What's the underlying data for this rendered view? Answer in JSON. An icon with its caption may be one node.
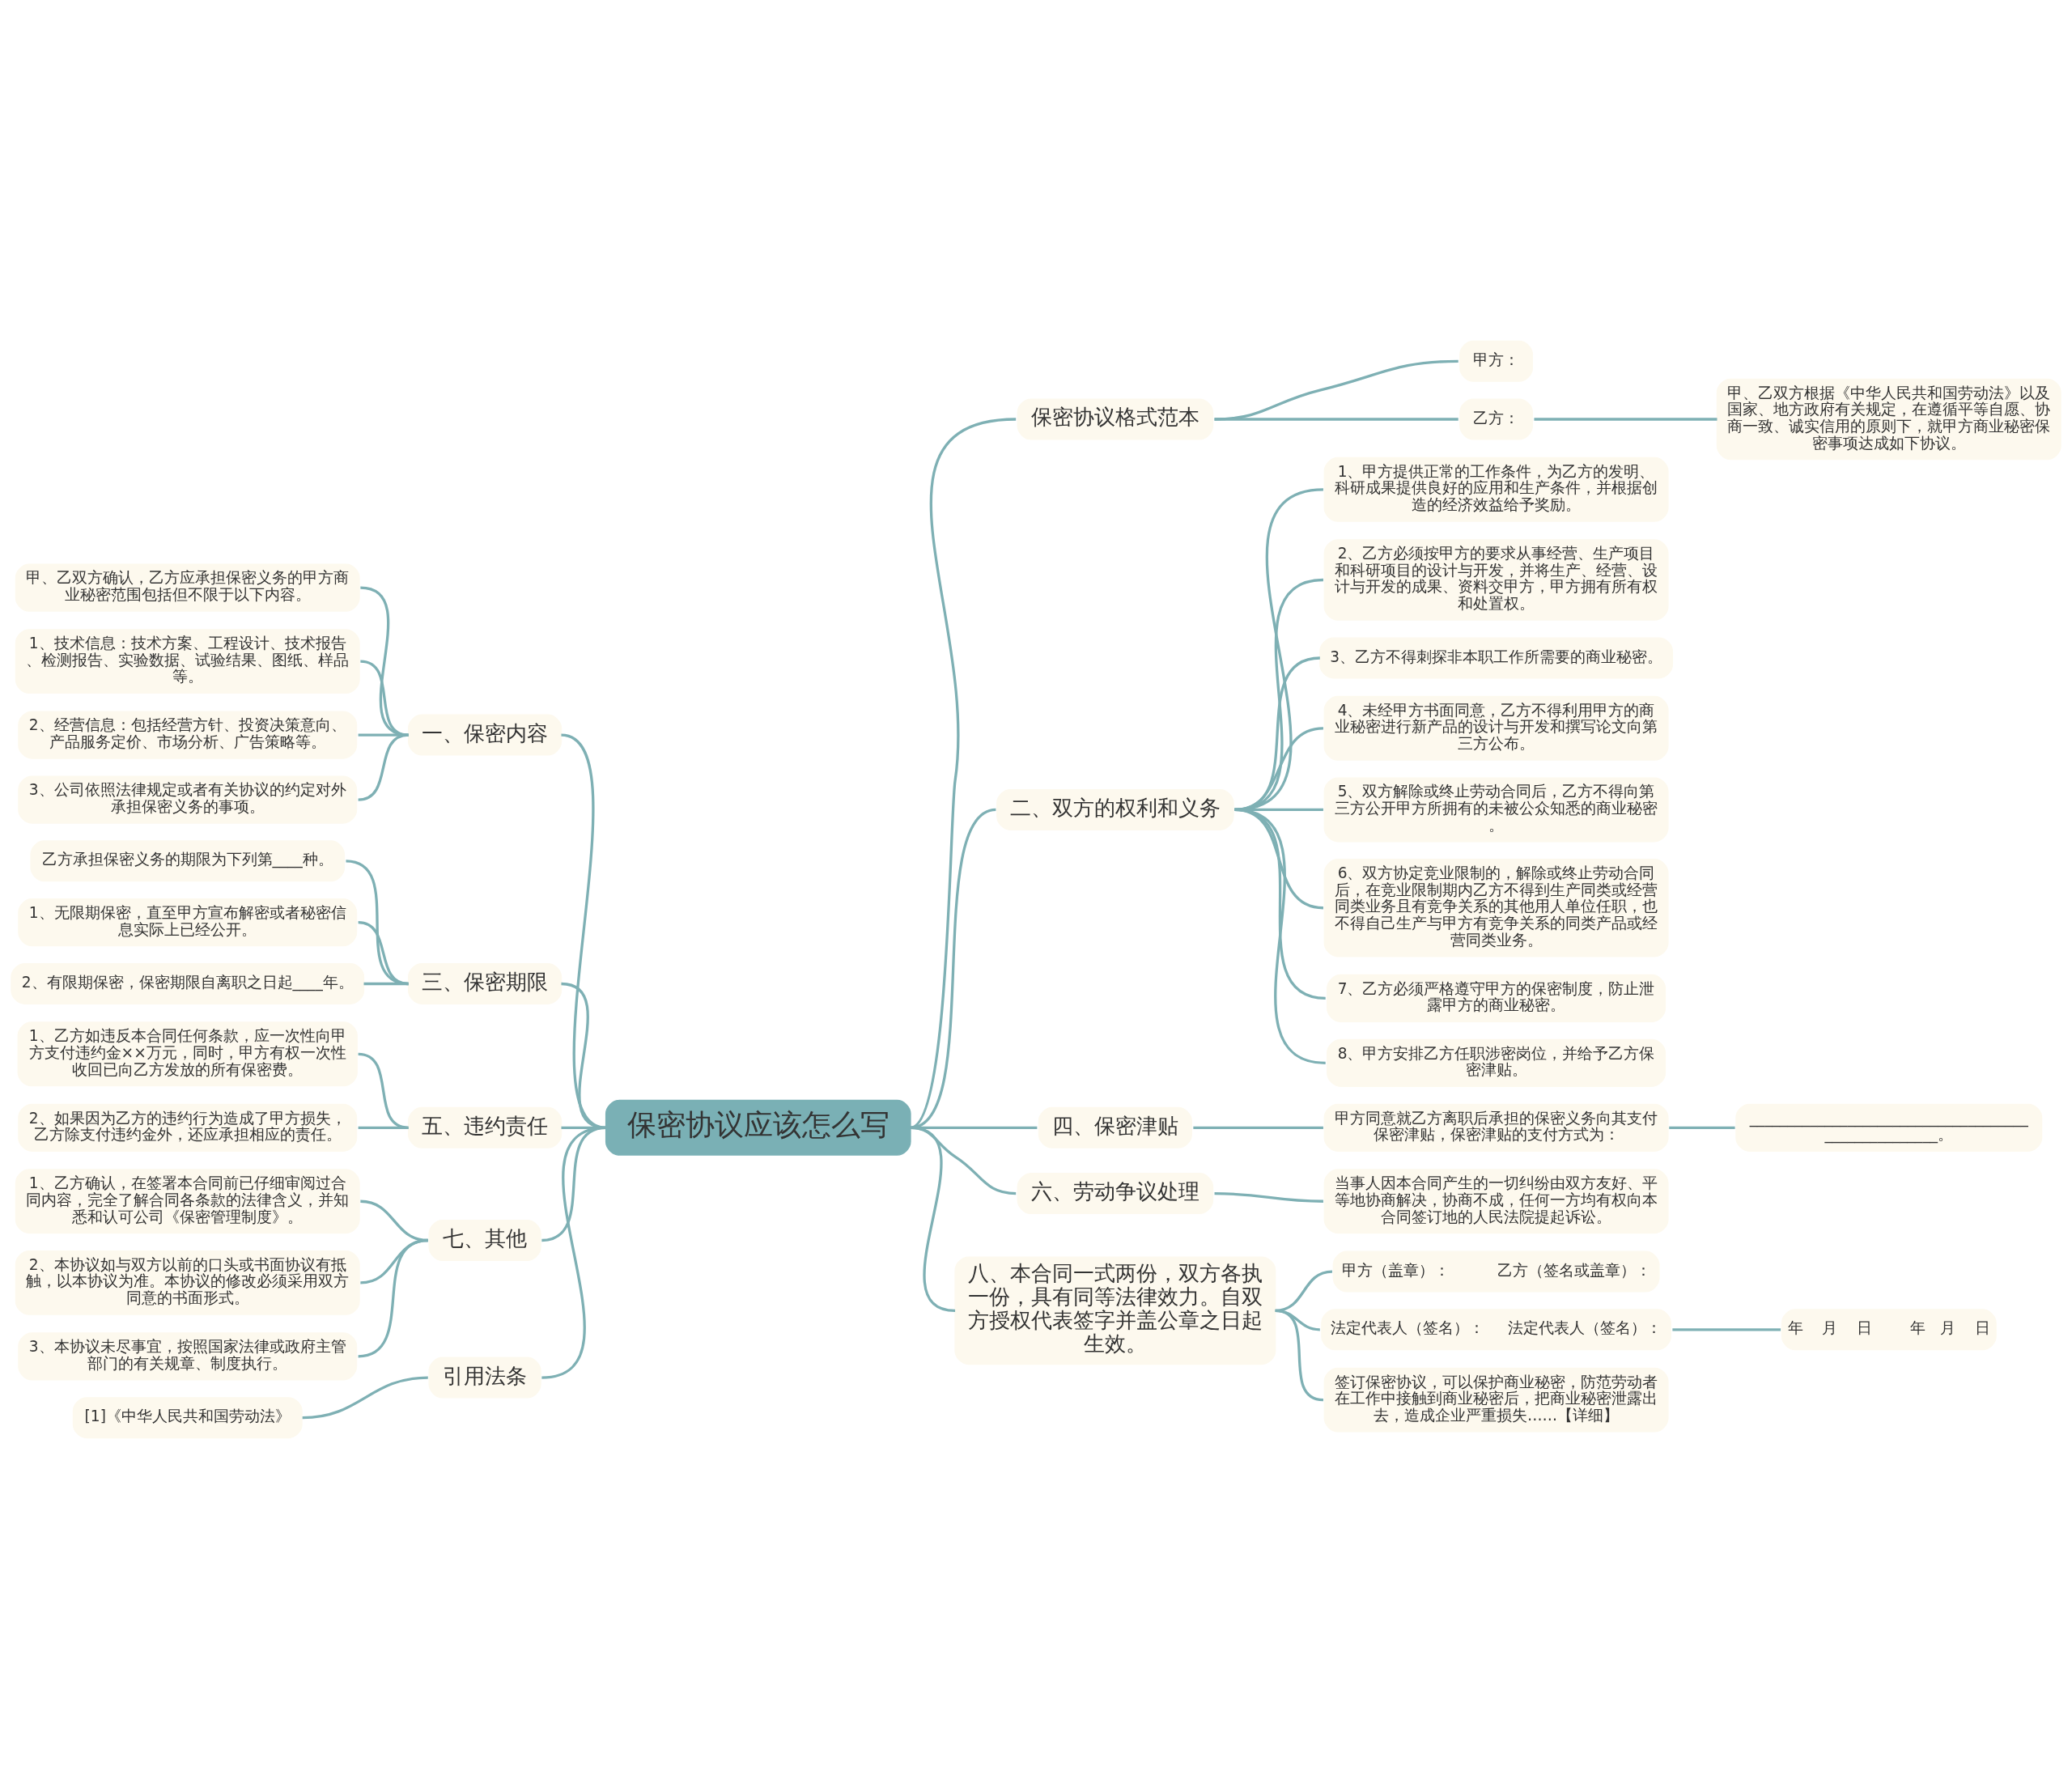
{
  "diagram": {
    "nodes": [
      {
        "text": [
          "保密协议应该怎么写"
        ]
      },
      {
        "text": [
          "保密协议格式范本"
        ]
      },
      {
        "text": [
          "甲方："
        ]
      },
      {
        "text": [
          "乙方："
        ]
      },
      {
        "text": [
          "甲、乙双方根据《中华人民共和国劳动法》以及国家、地方政府有关规定，在遵循平等自愿、协商一致、诚实信用的原则下，就甲方商业秘密保密事项达成如下协议。"
        ]
      },
      {
        "text": [
          "二、双方的权利和义务"
        ]
      },
      {
        "text": [
          "1、甲方提供正常的工作条件，为乙方的发明、科研成果提供良好的应用和生产条件，并根据创造的经济效益给予奖励。"
        ]
      },
      {
        "text": [
          "2、乙方必须按甲方的要求从事经营、生产项目和科研项目的设计与开发，并将生产、经营、设计与开发的成果、资料交甲方，甲方拥有所有权和处置权。"
        ]
      },
      {
        "text": [
          "3、乙方不得刺探非本职工作所需要的商业秘密。"
        ]
      },
      {
        "text": [
          "4、未经甲方书面同意，乙方不得利用甲方的商业秘密进行新产品的设计与开发和撰写论文向第三方公布。"
        ]
      },
      {
        "text": [
          "5、双方解除或终止劳动合同后，乙方不得向第三方公开甲方所拥有的未被公众知悉的商业秘密。"
        ]
      },
      {
        "text": [
          "6、双方协定竞业限制的，解除或终止劳动合同后，在竞业限制期内乙方不得到生产同类或经营同类业务且有竞争关系的其他用人单位任职，也不得自己生产与甲方有竞争关系的同类产品或经营同类业务。"
        ]
      },
      {
        "text": [
          "7、乙方必须严格遵守甲方的保密制度，防止泄露甲方的商业秘密。"
        ]
      },
      {
        "text": [
          "8、甲方安排乙方任职涉密岗位，并给予乙方保密津贴。"
        ]
      },
      {
        "text": [
          "四、保密津贴"
        ]
      },
      {
        "text": [
          "甲方同意就乙方离职后承担的保密义务向其支付保密津贴，保密津贴的支付方式为："
        ]
      },
      {
        "text": [
          "____________________________________________________。"
        ]
      },
      {
        "text": [
          "六、劳动争议处理"
        ]
      },
      {
        "text": [
          "当事人因本合同产生的一切纠纷由双方友好、平等地协商解决，协商不成，任何一方均有权向本合同签订地的人民法院提起诉讼。"
        ]
      },
      {
        "text": [
          "八、本合同一式两份，双方各执一份，具有同等法律效力。自双方授权代表签字并盖公章之日起生效。"
        ]
      },
      {
        "text": [
          "甲方（盖章）：          乙方（签名或盖章）："
        ]
      },
      {
        "text": [
          "法定代表人（签名）：     法定代表人（签名）："
        ]
      },
      {
        "text": [
          "年    月    日        年   月    日"
        ]
      },
      {
        "text": [
          "签订保密协议，可以保护商业秘密，防范劳动者在工作中接触到商业秘密后，把商业秘密泄露出去，造成企业严重损失……【详细】"
        ]
      },
      {
        "text": [
          "一、保密内容"
        ]
      },
      {
        "text": [
          "甲、乙双方确认，乙方应承担保密义务的甲方商业秘密范围包括但不限于以下内容。"
        ]
      },
      {
        "text": [
          "1、技术信息：技术方案、工程设计、技术报告、检测报告、实验数据、试验结果、图纸、样品等。"
        ]
      },
      {
        "text": [
          "2、经营信息：包括经营方针、投资决策意向、产品服务定价、市场分析、广告策略等。"
        ]
      },
      {
        "text": [
          "3、公司依照法律规定或者有关协议的约定对外承担保密义务的事项。"
        ]
      },
      {
        "text": [
          "三、保密期限"
        ]
      },
      {
        "text": [
          "乙方承担保密义务的期限为下列第____种。"
        ]
      },
      {
        "text": [
          "1、无限期保密，直至甲方宣布解密或者秘密信息实际上已经公开。"
        ]
      },
      {
        "text": [
          "2、有限期保密，保密期限自离职之日起____年。"
        ]
      },
      {
        "text": [
          "五、违约责任"
        ]
      },
      {
        "text": [
          "1、乙方如违反本合同任何条款，应一次性向甲方支付违约金××万元，同时，甲方有权一次性收回已向乙方发放的所有保密费。"
        ]
      },
      {
        "text": [
          "2、如果因为乙方的违约行为造成了甲方损失，乙方除支付违约金外，还应承担相应的责任。"
        ]
      },
      {
        "text": [
          "七、其他"
        ]
      },
      {
        "text": [
          "1、乙方确认，在签署本合同前已仔细审阅过合同内容，完全了解合同各条款的法律含义，并知悉和认可公司《保密管理制度》。"
        ]
      },
      {
        "text": [
          "2、本协议如与双方以前的口头或书面协议有抵触，以本协议为准。本协议的修改必须采用双方同意的书面形式。"
        ]
      },
      {
        "text": [
          "3、本协议未尽事宜，按照国家法律或政府主管部门的有关规章、制度执行。"
        ]
      },
      {
        "text": [
          "引用法条"
        ]
      },
      {
        "text": [
          "[1]《中华人民共和国劳动法》"
        ]
      }
    ],
    "edges": [
      {
        "from": 0,
        "to": 1,
        "arrow": "none"
      },
      {
        "from": 1,
        "to": 2,
        "arrow": "none"
      },
      {
        "from": 1,
        "to": 3,
        "arrow": "none"
      },
      {
        "from": 3,
        "to": 4,
        "arrow": "none"
      },
      {
        "from": 0,
        "to": 5,
        "arrow": "none"
      },
      {
        "from": 5,
        "to": 6,
        "arrow": "none"
      },
      {
        "from": 5,
        "to": 7,
        "arrow": "none"
      },
      {
        "from": 5,
        "to": 8,
        "arrow": "none"
      },
      {
        "from": 5,
        "to": 9,
        "arrow": "none"
      },
      {
        "from": 5,
        "to": 10,
        "arrow": "none"
      },
      {
        "from": 5,
        "to": 11,
        "arrow": "none"
      },
      {
        "from": 5,
        "to": 12,
        "arrow": "none"
      },
      {
        "from": 5,
        "to": 13,
        "arrow": "none"
      },
      {
        "from": 0,
        "to": 14,
        "arrow": "none"
      },
      {
        "from": 14,
        "to": 15,
        "arrow": "none"
      },
      {
        "from": 15,
        "to": 16,
        "arrow": "none"
      },
      {
        "from": 0,
        "to": 17,
        "arrow": "none"
      },
      {
        "from": 17,
        "to": 18,
        "arrow": "none"
      },
      {
        "from": 0,
        "to": 19,
        "arrow": "none"
      },
      {
        "from": 19,
        "to": 20,
        "arrow": "none"
      },
      {
        "from": 19,
        "to": 21,
        "arrow": "none"
      },
      {
        "from": 21,
        "to": 22,
        "arrow": "none"
      },
      {
        "from": 19,
        "to": 23,
        "arrow": "none"
      },
      {
        "from": 0,
        "to": 24,
        "arrow": "none"
      },
      {
        "from": 24,
        "to": 25,
        "arrow": "none"
      },
      {
        "from": 24,
        "to": 26,
        "arrow": "none"
      },
      {
        "from": 24,
        "to": 27,
        "arrow": "none"
      },
      {
        "from": 24,
        "to": 28,
        "arrow": "none"
      },
      {
        "from": 0,
        "to": 29,
        "arrow": "none"
      },
      {
        "from": 29,
        "to": 30,
        "arrow": "none"
      },
      {
        "from": 29,
        "to": 31,
        "arrow": "none"
      },
      {
        "from": 29,
        "to": 32,
        "arrow": "none"
      },
      {
        "from": 0,
        "to": 33,
        "arrow": "none"
      },
      {
        "from": 33,
        "to": 34,
        "arrow": "none"
      },
      {
        "from": 33,
        "to": 35,
        "arrow": "none"
      },
      {
        "from": 0,
        "to": 36,
        "arrow": "none"
      },
      {
        "from": 36,
        "to": 37,
        "arrow": "none"
      },
      {
        "from": 36,
        "to": 38,
        "arrow": "none"
      },
      {
        "from": 36,
        "to": 39,
        "arrow": "none"
      },
      {
        "from": 0,
        "to": 40,
        "arrow": "none"
      },
      {
        "from": 40,
        "to": 41,
        "arrow": "none"
      }
    ]
  }
}
